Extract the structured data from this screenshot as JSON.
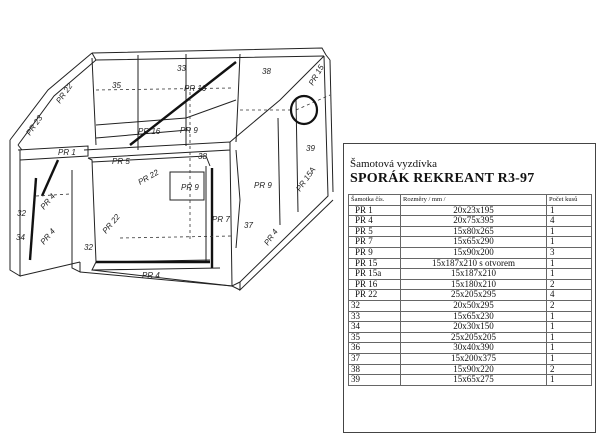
{
  "drawing": {
    "labels": {
      "pr22_top": "PR 22",
      "n35": "35",
      "n33": "33",
      "n38_top": "38",
      "pr15": "PR 15",
      "pr16_top": "PR 16",
      "pr23": "PR 23",
      "pr1": "PR 1",
      "pr16_mid": "PR 16",
      "pr9_mid": "PR 9",
      "pr5": "PR 5",
      "n38_mid": "38",
      "n39": "39",
      "pr22_mid": "PR 22",
      "pr9_front": "PR 9",
      "pr9_right": "PR 9",
      "pr15a": "PR 15A",
      "pr4_left": "PR 4",
      "pr4_left2": "PR 4",
      "n32": "32",
      "n34": "34",
      "pr22_bottom": "PR 22",
      "n32_bottom": "32",
      "pr7": "PR 7",
      "n37": "37",
      "pr4_right": "PR 4",
      "pr4_bottom": "PR 4"
    }
  },
  "sheet": {
    "subtitle": "Šamotová vyzdívka",
    "title": "SPORÁK REKREANT R3-97",
    "headers": [
      "Šamotka čís.",
      "Rozměry / mm /",
      "Počet kusů"
    ],
    "rows": [
      {
        "name": "PR 1",
        "dim": "20x23x195",
        "pcs": "1"
      },
      {
        "name": "PR 4",
        "dim": "20x75x395",
        "pcs": "4"
      },
      {
        "name": "PR 5",
        "dim": "15x80x265",
        "pcs": "1"
      },
      {
        "name": "PR 7",
        "dim": "15x65x290",
        "pcs": "1"
      },
      {
        "name": "PR 9",
        "dim": "15x90x200",
        "pcs": "3"
      },
      {
        "name": "PR 15",
        "dim": "15x187x210  s otvorem",
        "pcs": "1"
      },
      {
        "name": "PR 15a",
        "dim": "15x187x210",
        "pcs": "1"
      },
      {
        "name": "PR 16",
        "dim": "15x180x210",
        "pcs": "2"
      },
      {
        "name": "PR 22",
        "dim": "25x205x295",
        "pcs": "4"
      },
      {
        "name": "32",
        "dim": "20x50x295",
        "pcs": "2"
      },
      {
        "name": "33",
        "dim": "15x65x230",
        "pcs": "1"
      },
      {
        "name": "34",
        "dim": "20x30x150",
        "pcs": "1"
      },
      {
        "name": "35",
        "dim": "25x205x205",
        "pcs": "1"
      },
      {
        "name": "36",
        "dim": "30x40x390",
        "pcs": "1"
      },
      {
        "name": "37",
        "dim": "15x200x375",
        "pcs": "1"
      },
      {
        "name": "38",
        "dim": "15x90x220",
        "pcs": "2"
      },
      {
        "name": "39",
        "dim": "15x65x275",
        "pcs": "1"
      }
    ]
  }
}
